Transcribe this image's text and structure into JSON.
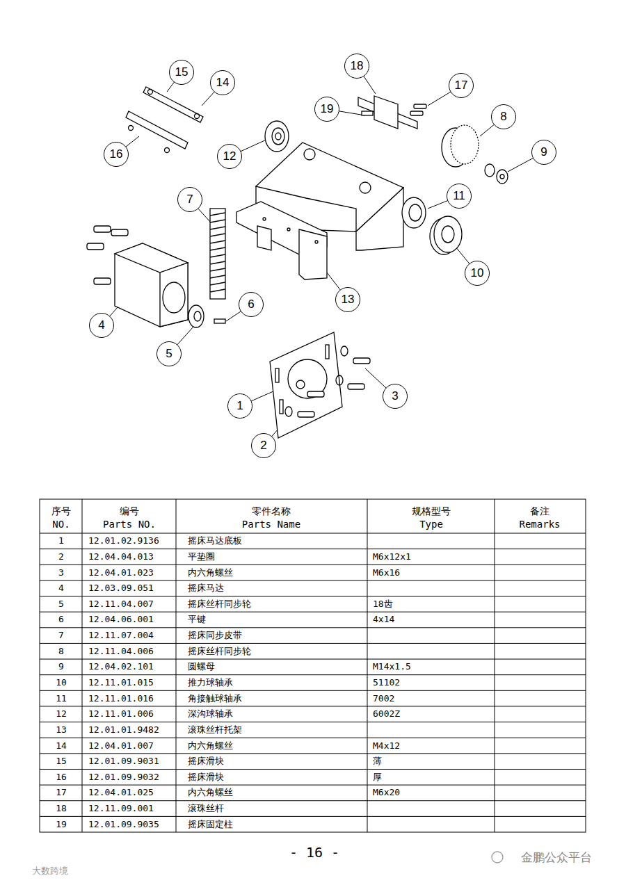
{
  "diagram": {
    "nodes": [
      {
        "text": [
          "18"
        ]
      },
      {
        "text": [
          "15"
        ]
      },
      {
        "text": [
          "14"
        ]
      },
      {
        "text": [
          "17"
        ]
      },
      {
        "text": [
          "19"
        ]
      },
      {
        "text": [
          "8"
        ]
      },
      {
        "text": [
          "9"
        ]
      },
      {
        "text": [
          "16"
        ]
      },
      {
        "text": [
          "12"
        ]
      },
      {
        "text": [
          "11"
        ]
      },
      {
        "text": [
          "7"
        ]
      },
      {
        "text": [
          "10"
        ]
      },
      {
        "text": [
          "13"
        ]
      },
      {
        "text": [
          "6"
        ]
      },
      {
        "text": [
          "4"
        ]
      },
      {
        "text": [
          "5"
        ]
      },
      {
        "text": [
          "3"
        ]
      },
      {
        "text": [
          "1"
        ]
      },
      {
        "text": [
          "2"
        ]
      }
    ],
    "labels": [
      "序号",
      "NO.",
      "编号",
      "Parts NO.",
      "零件名称",
      "Parts Name",
      "规格型号",
      "Type",
      "备注",
      "Remarks",
      "1",
      "12.01.02.9136",
      "摇床马达底板",
      "2",
      "12.04.04.013",
      "平垫圈",
      "M6x12x1",
      "3",
      "12.04.01.023",
      "内六角螺丝",
      "M6x16",
      "4",
      "12.03.09.051",
      "摇床马达",
      "5",
      "12.11.04.007",
      "摇床丝杆同步轮",
      "18齿",
      "6",
      "12.04.06.001",
      "平键",
      "4x14",
      "7",
      "12.11.07.004",
      "摇床同步皮带",
      "8",
      "12.11.04.006",
      "摇床丝杆同步轮",
      "9",
      "12.04.02.101",
      "圆螺母",
      "M14x1.5",
      "10",
      "12.11.01.015",
      "推力球轴承",
      "51102",
      "11",
      "12.11.01.016",
      "角接触球轴承",
      "7002",
      "12",
      "12.11.01.006",
      "深沟球轴承",
      "6002Z",
      "13",
      "12.01.01.9482",
      "滚珠丝杆托架",
      "14",
      "12.04.01.007",
      "内六角螺丝",
      "M4x12",
      "15",
      "12.01.09.9031",
      "摇床滑块",
      "薄",
      "16",
      "12.01.09.9032",
      "摇床滑块",
      "厚",
      "17",
      "12.04.01.025",
      "内六角螺丝",
      "M6x20",
      "18",
      "12.11.09.001",
      "滚珠丝杆",
      "19",
      "12.01.09.9035",
      "摇床固定柱",
      "- 16 -",
      "金鹏公众平台",
      "大数跨境"
    ]
  }
}
